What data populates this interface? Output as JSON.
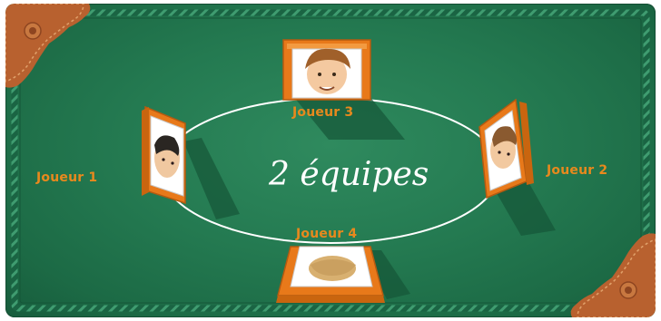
{
  "title": "2 équipes",
  "players": [
    {
      "label": "Joueur 1",
      "position": "left"
    },
    {
      "label": "Joueur 2",
      "position": "right"
    },
    {
      "label": "Joueur 3",
      "position": "top"
    },
    {
      "label": "Joueur 4",
      "position": "bottom"
    }
  ],
  "colors": {
    "felt": "#247a51",
    "label": "#e8891d",
    "frame": "#e8791a",
    "leather": "#b8612f"
  },
  "icons": {
    "corner_top_left": "leather-corner-ornament",
    "corner_bottom_right": "leather-corner-ornament"
  }
}
